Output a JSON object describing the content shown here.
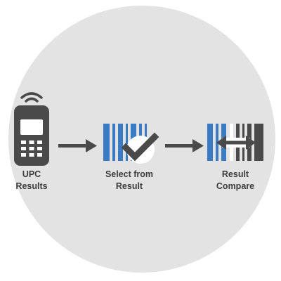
{
  "colors": {
    "background_circle": "#e3e3e3",
    "dark_gray": "#4a4a4a",
    "blue": "#3a7cc4",
    "white": "#ffffff",
    "label_text": "#3d3d3d"
  },
  "steps": [
    {
      "icon": "scanner-device-icon",
      "label_lines": [
        "UPC",
        "Results"
      ]
    },
    {
      "icon": "barcode-check-icon",
      "label_lines": [
        "Select from",
        "Result"
      ]
    },
    {
      "icon": "barcode-compare-icon",
      "label_lines": [
        "Result",
        "Compare"
      ]
    }
  ],
  "connectors": [
    {
      "icon": "arrow-right-icon",
      "from": "UPC Results",
      "to": "Select from Result"
    },
    {
      "icon": "arrow-right-icon",
      "from": "Select from Result",
      "to": "Result Compare"
    }
  ]
}
